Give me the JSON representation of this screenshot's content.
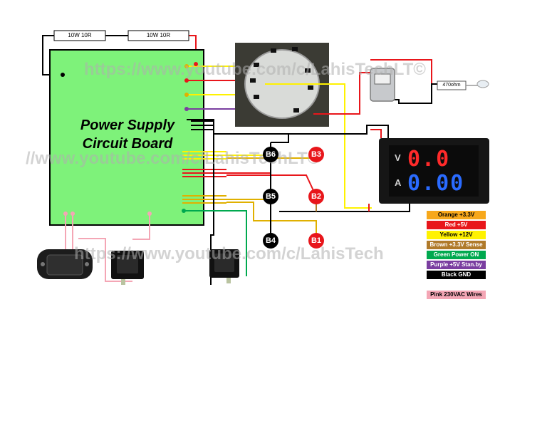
{
  "watermark_text": "https://www.youtube.com/c/LahisTechLT©",
  "watermark_text_short": "//www.youtube.com/c/LahisTechLT©",
  "watermark_text_bottom": "https://www.youtube.com/c/LahisTech",
  "psu": {
    "title_line1": "Power Supply",
    "title_line2": "Circuit Board",
    "color": "#7ef27a"
  },
  "resistors": {
    "r1": "10W 10R",
    "r2": "10W 10R",
    "led_resistor": "470ohm"
  },
  "posts": {
    "b6": "B6",
    "b5": "B5",
    "b4": "B4",
    "b3": "B3",
    "b2": "B2",
    "b1": "B1"
  },
  "voltmeter": {
    "v_label": "V",
    "a_label": "A",
    "volts": "0.0",
    "amps": "0.00",
    "volt_color": "#ff2a2a",
    "amp_color": "#2a6bff"
  },
  "legend": [
    {
      "label": "Orange +3.3V",
      "color": "#f7a81b",
      "text_color": "#000000"
    },
    {
      "label": "Red +5V",
      "color": "#e8161b",
      "text_color": "#ffffff"
    },
    {
      "label": "Yellow +12V",
      "color": "#fff200",
      "text_color": "#000000"
    },
    {
      "label": "Brown +3.3V Sense",
      "color": "#b07a2a",
      "text_color": "#ffffff"
    },
    {
      "label": "Green Power ON",
      "color": "#00a94f",
      "text_color": "#ffffff"
    },
    {
      "label": "Purple +5V Stan.by",
      "color": "#7a3ea0",
      "text_color": "#ffffff"
    },
    {
      "label": "Black GND",
      "color": "#000000",
      "text_color": "#ffffff"
    },
    {
      "label": "Pink 230VAC Wires",
      "color": "#f4a6b5",
      "text_color": "#000000"
    }
  ],
  "wire_colors": {
    "red": "#e8161b",
    "yellow": "#fff200",
    "purple": "#7a3ea0",
    "black": "#000000",
    "green": "#00a94f",
    "brown": "#b07a2a",
    "pink": "#f4a6b5",
    "gold": "#e0b000"
  }
}
